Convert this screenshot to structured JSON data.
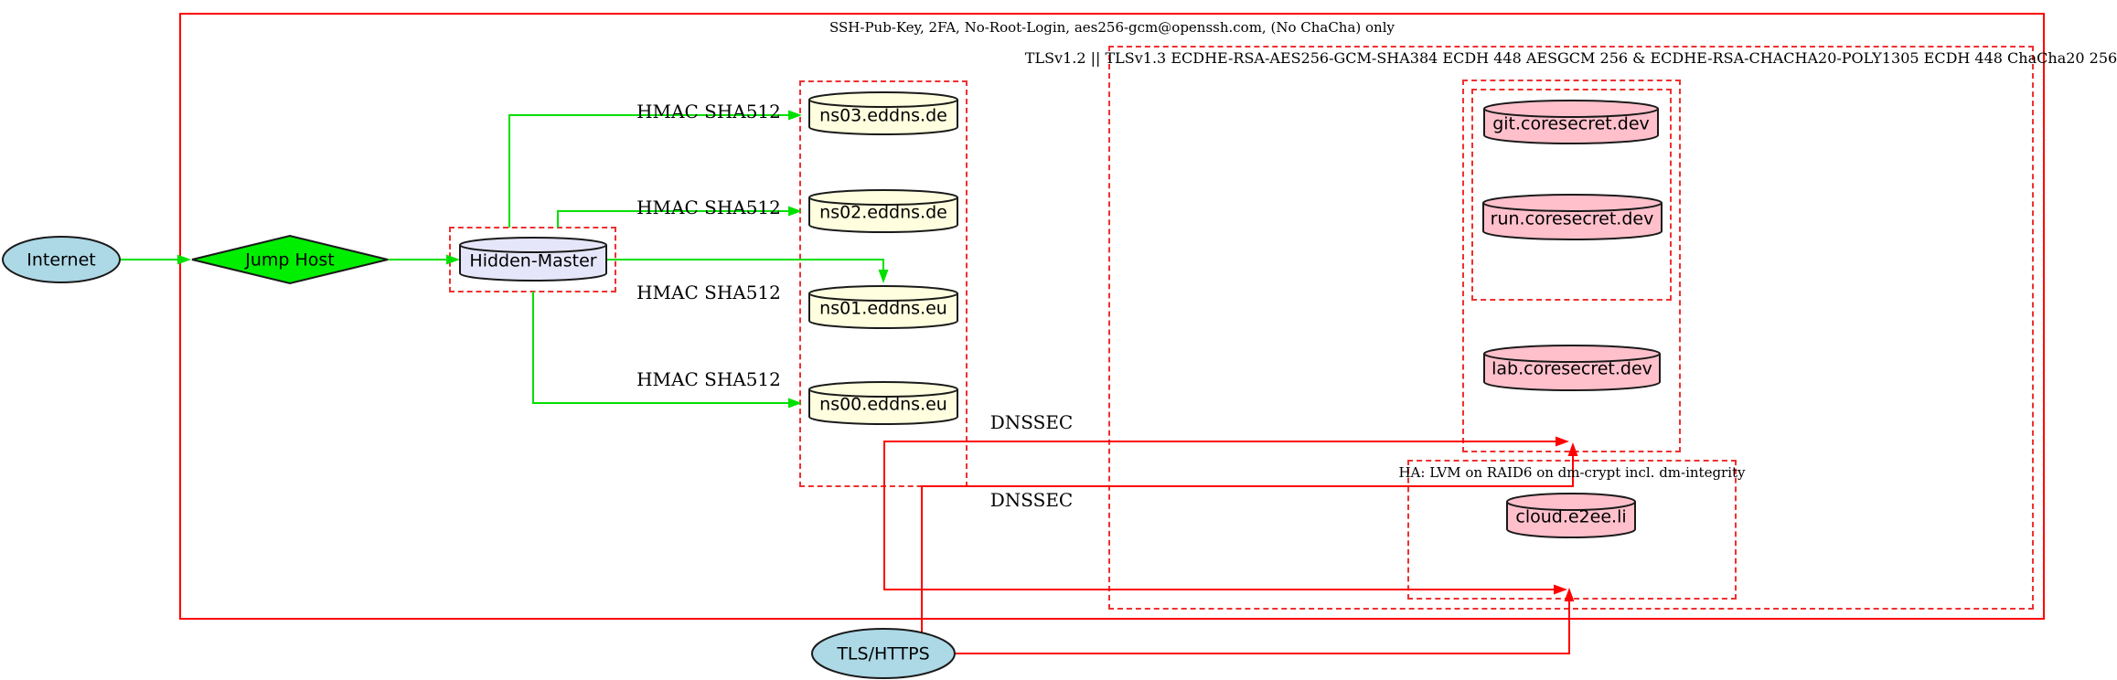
{
  "diagram": {
    "clusters": {
      "ssh": {
        "label": "SSH-Pub-Key, 2FA, No-Root-Login, aes256-gcm@openssh.com, (No ChaCha) only",
        "border": "solid",
        "color": "#ff0000"
      },
      "tls": {
        "label": "TLSv1.2 || TLSv1.3 ECDHE-RSA-AES256-GCM-SHA384 ECDH 448 AESGCM 256 & ECDHE-RSA-CHACHA20-POLY1305 ECDH 448 ChaCha20 256",
        "border": "dashed",
        "color": "#f03030"
      },
      "nameservers": {
        "label": "",
        "border": "dashed",
        "color": "#f03030"
      },
      "hidden_master_box": {
        "label": "",
        "border": "dashed",
        "color": "#f03030"
      },
      "coresecret_outer": {
        "label": "",
        "border": "dashed",
        "color": "#f03030"
      },
      "coresecret_inner": {
        "label": "",
        "border": "dashed",
        "color": "#f03030"
      },
      "ha": {
        "label": "HA: LVM on RAID6 on dm-crypt incl. dm-integrity",
        "border": "dashed",
        "color": "#f03030"
      }
    },
    "nodes": {
      "internet": {
        "label": "Internet",
        "shape": "ellipse",
        "fill": "#add8e6"
      },
      "jump_host": {
        "label": "Jump Host",
        "shape": "diamond",
        "fill": "#00ee00"
      },
      "hidden_master": {
        "label": "Hidden-Master",
        "shape": "cylinder",
        "fill": "#e6e6fa"
      },
      "ns03": {
        "label": "ns03.eddns.de",
        "shape": "cylinder",
        "fill": "#ffffe0"
      },
      "ns02": {
        "label": "ns02.eddns.de",
        "shape": "cylinder",
        "fill": "#ffffe0"
      },
      "ns01": {
        "label": "ns01.eddns.eu",
        "shape": "cylinder",
        "fill": "#ffffe0"
      },
      "ns00": {
        "label": "ns00.eddns.eu",
        "shape": "cylinder",
        "fill": "#ffffe0"
      },
      "git": {
        "label": "git.coresecret.dev",
        "shape": "cylinder",
        "fill": "#ffc0cb"
      },
      "run": {
        "label": "run.coresecret.dev",
        "shape": "cylinder",
        "fill": "#ffc0cb"
      },
      "lab": {
        "label": "lab.coresecret.dev",
        "shape": "cylinder",
        "fill": "#ffc0cb"
      },
      "cloud": {
        "label": "cloud.e2ee.li",
        "shape": "cylinder",
        "fill": "#ffc0cb"
      },
      "tls_https": {
        "label": "TLS/HTTPS",
        "shape": "ellipse",
        "fill": "#add8e6"
      }
    },
    "edge_labels": {
      "hmac_ns03": "HMAC SHA512",
      "hmac_ns02": "HMAC SHA512",
      "hmac_ns01": "HMAC SHA512",
      "hmac_ns00": "HMAC SHA512",
      "dnssec_upper": "DNSSEC",
      "dnssec_lower": "DNSSEC"
    },
    "edges": [
      {
        "from": "Internet",
        "to": "Jump Host",
        "label": "",
        "color": "#00ee00"
      },
      {
        "from": "Jump Host",
        "to": "Hidden-Master",
        "label": "",
        "color": "#00ee00"
      },
      {
        "from": "Hidden-Master",
        "to": "ns03.eddns.de",
        "label": "HMAC SHA512",
        "color": "#00ee00"
      },
      {
        "from": "Hidden-Master",
        "to": "ns02.eddns.de",
        "label": "HMAC SHA512",
        "color": "#00ee00"
      },
      {
        "from": "Hidden-Master",
        "to": "ns01.eddns.eu",
        "label": "HMAC SHA512",
        "color": "#00ee00"
      },
      {
        "from": "Hidden-Master",
        "to": "ns00.eddns.eu",
        "label": "HMAC SHA512",
        "color": "#00ee00"
      },
      {
        "from": "nameserver cluster",
        "to": "coresecret cluster",
        "label": "DNSSEC",
        "color": "#ff0000"
      },
      {
        "from": "TLS/HTTPS",
        "to": "coresecret cluster",
        "label": "DNSSEC",
        "color": "#ff0000"
      },
      {
        "from": "nameserver cluster",
        "to": "HA cluster",
        "label": "",
        "color": "#ff0000"
      },
      {
        "from": "TLS/HTTPS",
        "to": "HA cluster",
        "label": "",
        "color": "#ff0000"
      }
    ],
    "colors": {
      "edge_green": "#00ee00",
      "edge_red": "#ff0000",
      "cluster_dash_red": "#f03030",
      "node_lightblue": "#add8e6",
      "node_lightyellow": "#ffffe0",
      "node_lavender": "#e6e6fa",
      "node_pink": "#ffc0cb",
      "node_green": "#00ee00"
    }
  }
}
